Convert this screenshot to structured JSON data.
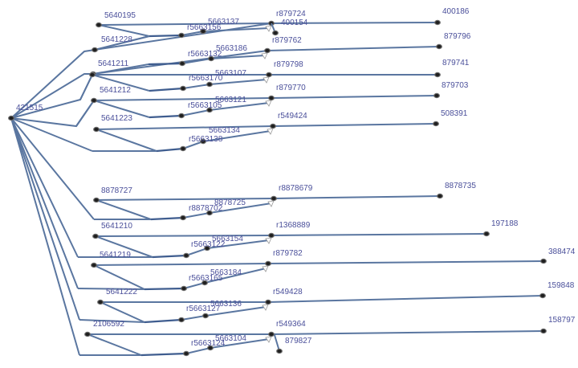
{
  "diagram": {
    "type": "pathway-graph",
    "root": {
      "id": "421515",
      "label": "421515"
    },
    "colors": {
      "edge": "#5a76a0",
      "node": "#1f1f1f",
      "label": "#4a4f9a",
      "background": "#ffffff"
    },
    "groups": [
      {
        "branch_label": "5641228",
        "start": "5640195",
        "mid1": "r5663156",
        "mid2": "5663137",
        "hub": "r879724",
        "target": "400186",
        "extra": "400154"
      },
      {
        "branch_label": "5641211",
        "start": "",
        "mid1": "r5663132",
        "mid2": "5663186",
        "hub": "r879762",
        "target": "879796"
      },
      {
        "branch_label": "5641212",
        "start": "",
        "mid1": "r5663170",
        "mid2": "5663107",
        "hub": "r879798",
        "target": "879741"
      },
      {
        "branch_label": "5641223",
        "start": "",
        "mid1": "r5663105",
        "mid2": "5663121",
        "hub": "r879770",
        "target": "879703"
      },
      {
        "branch_label": "",
        "start": "",
        "mid1": "r5663138",
        "mid2": "5663134",
        "hub": "r549424",
        "target": "508391"
      },
      {
        "branch_label": "5641210",
        "start": "8878727",
        "mid1": "r8878702",
        "mid2": "8878725",
        "hub": "r8878679",
        "target": "8878735"
      },
      {
        "branch_label": "5641219",
        "start": "",
        "mid1": "r5663122",
        "mid2": "5663154",
        "hub": "r1368889",
        "target": "197188"
      },
      {
        "branch_label": "5641222",
        "start": "",
        "mid1": "r5663165",
        "mid2": "5663184",
        "hub": "r879782",
        "target": "388474"
      },
      {
        "branch_label": "2106592",
        "start": "",
        "mid1": "r5663127",
        "mid2": "5663136",
        "hub": "r549428",
        "target": "159848"
      },
      {
        "branch_label": "",
        "start": "",
        "mid1": "r5663124",
        "mid2": "5663104",
        "hub": "r549364",
        "target": "158797",
        "extra": "879827"
      }
    ]
  }
}
